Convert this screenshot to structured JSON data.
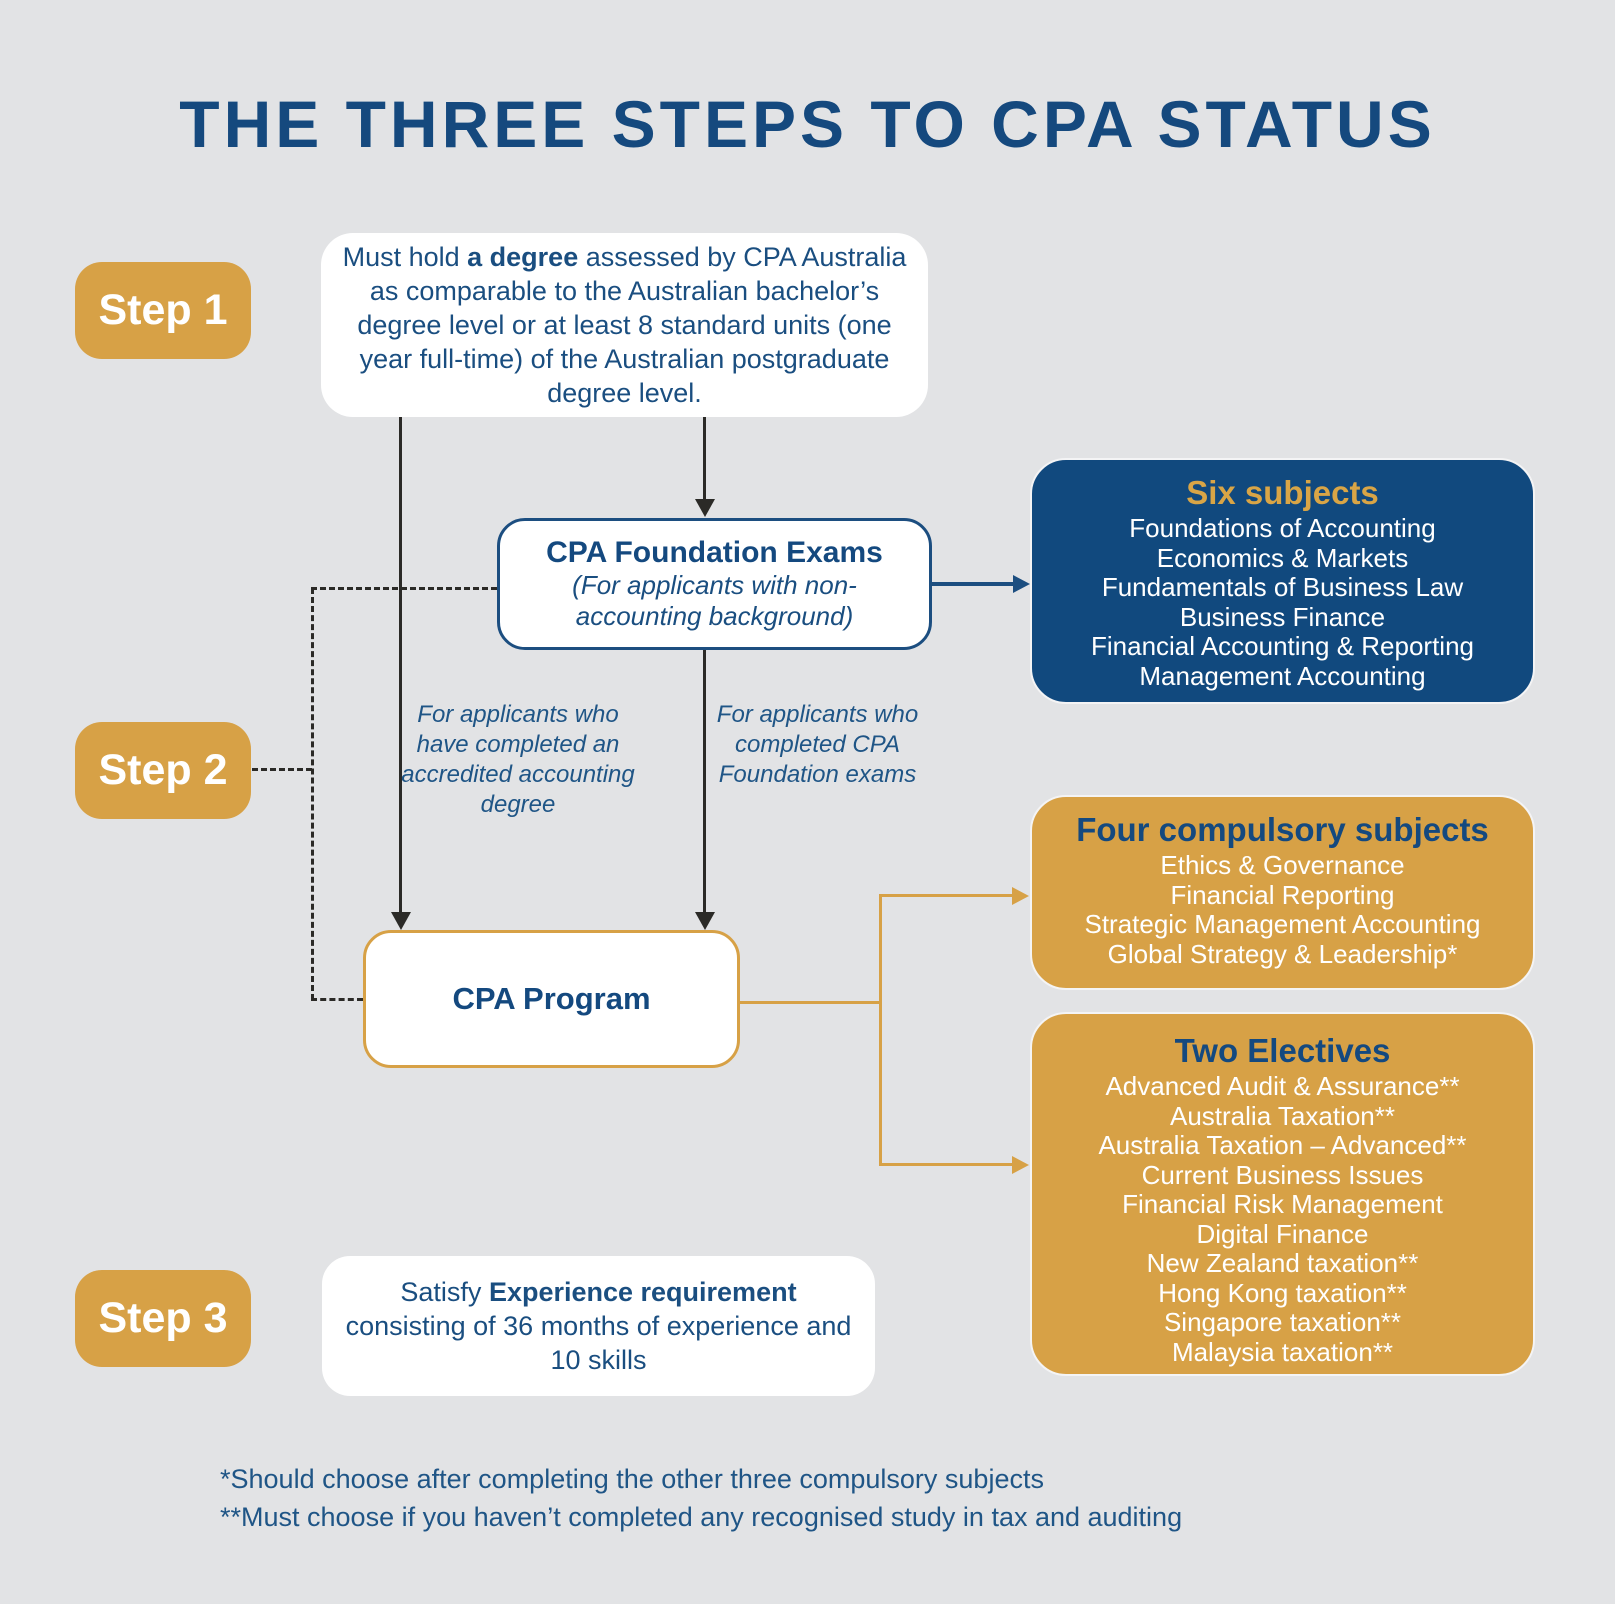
{
  "title": "THE THREE STEPS TO CPA STATUS",
  "steps": [
    {
      "label": "Step 1"
    },
    {
      "label": "Step 2"
    },
    {
      "label": "Step 3"
    }
  ],
  "step1_box": {
    "pre": "Must hold ",
    "bold": "a degree",
    "post": " assessed by CPA Australia as comparable to the Australian bachelor’s degree level or at least 8 standard units (one year full-time) of the Australian postgraduate degree level."
  },
  "foundation_exams": {
    "title": "CPA Foundation Exams",
    "subtitle": "(For applicants with non-accounting background)"
  },
  "six_subjects": {
    "title": "Six subjects",
    "items": [
      "Foundations of Accounting",
      "Economics & Markets",
      "Fundamentals of Business Law",
      "Business Finance",
      "Financial Accounting & Reporting",
      "Management Accounting"
    ]
  },
  "captions": {
    "accredited": "For applicants who have completed an accredited accounting degree",
    "foundation": "For applicants who completed CPA Foundation exams"
  },
  "cpa_program": {
    "label": "CPA Program"
  },
  "four_compulsory": {
    "title": "Four compulsory subjects",
    "items": [
      "Ethics & Governance",
      "Financial Reporting",
      "Strategic Management Accounting",
      "Global Strategy & Leadership*"
    ]
  },
  "two_electives": {
    "title": "Two Electives",
    "items": [
      "Advanced Audit & Assurance**",
      "Australia Taxation**",
      "Australia Taxation – Advanced**",
      "Current Business Issues",
      "Financial Risk Management",
      "Digital Finance",
      "New Zealand taxation**",
      "Hong Kong taxation**",
      "Singapore taxation**",
      "Malaysia taxation**"
    ]
  },
  "step3_box": {
    "pre": "Satisfy ",
    "bold": "Experience requirement",
    "post": " consisting of 36 months of experience and 10 skills"
  },
  "footnotes": [
    "*Should choose after completing the other three compulsory subjects",
    "**Must choose if you haven’t completed any recognised study in tax and auditing"
  ],
  "colors": {
    "background": "#E2E3E5",
    "gold": "#D7A146",
    "navy_box": "#11497E",
    "navy_text": "#15497E",
    "line_black": "#2B2A27",
    "white": "#FFFFFF"
  }
}
